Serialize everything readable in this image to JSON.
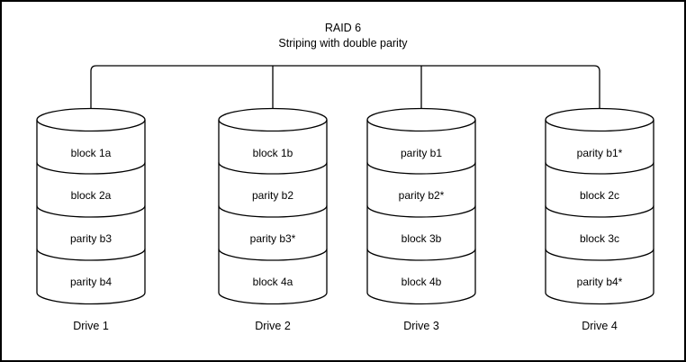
{
  "title": "RAID 6",
  "subtitle": "Striping with double parity",
  "drives": [
    {
      "label": "Drive 1",
      "blocks": [
        "block 1a",
        "block 2a",
        "parity b3",
        "parity b4"
      ]
    },
    {
      "label": "Drive 2",
      "blocks": [
        "block 1b",
        "parity b2",
        "parity b3*",
        "block 4a"
      ]
    },
    {
      "label": "Drive 3",
      "blocks": [
        "parity b1",
        "parity b2*",
        "block 3b",
        "block 4b"
      ]
    },
    {
      "label": "Drive 4",
      "blocks": [
        "parity b1*",
        "block 2c",
        "block 3c",
        "parity b4*"
      ]
    }
  ],
  "colors": {
    "stroke": "#000000",
    "background": "#ffffff"
  }
}
